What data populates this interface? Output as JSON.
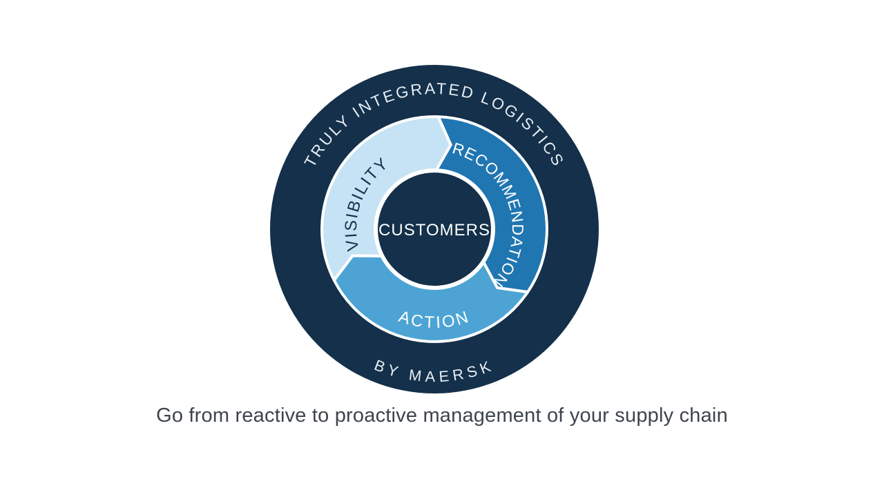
{
  "diagram": {
    "ring_top_label": "TRULY INTEGRATED LOGISTICS",
    "ring_bottom_label": "BY MAERSK",
    "center_label": "CUSTOMERS",
    "segments": [
      {
        "label": "VISIBILITY",
        "fill": "#c6e3f5",
        "text_color": "#16324c",
        "start_deg": 243,
        "end_deg": 362
      },
      {
        "label": "RECOMMENDATION",
        "fill": "#2076b1",
        "text_color": "#ffffff",
        "start_deg": 2,
        "end_deg": 124
      },
      {
        "label": "ACTION",
        "fill": "#4da4d4",
        "text_color": "#ffffff",
        "start_deg": 124,
        "end_deg": 243
      }
    ],
    "colors": {
      "ring": "#14304a",
      "center": "#14304a",
      "divider": "#ffffff",
      "ring_text": "#e6edf4",
      "background": "#ffffff"
    }
  },
  "caption": "Go from reactive to proactive management of your supply chain"
}
